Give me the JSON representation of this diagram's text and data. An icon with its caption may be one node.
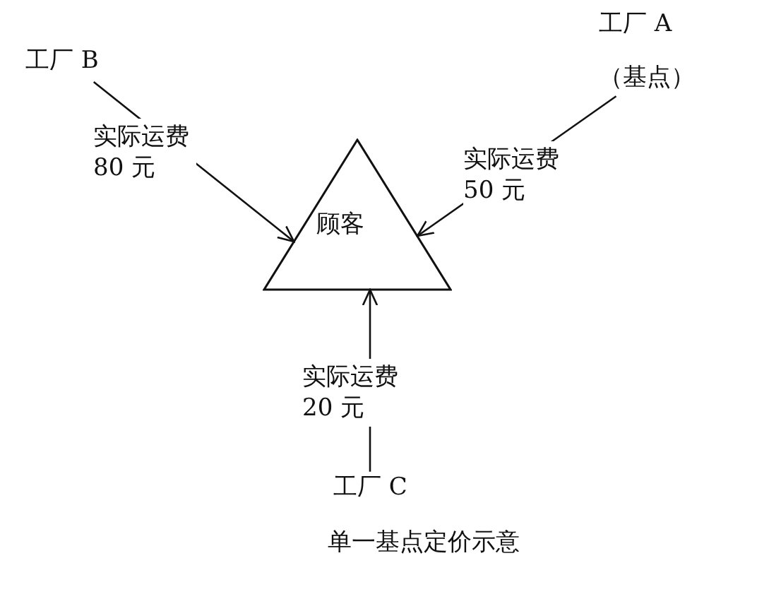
{
  "diagram": {
    "caption": "单一基点定价示意",
    "nodes": [
      {
        "text": [
          "工厂 B"
        ]
      },
      {
        "text": [
          "工厂 A",
          "（基点）"
        ]
      },
      {
        "text": [
          "顾客"
        ]
      },
      {
        "text": [
          "工厂 C"
        ]
      }
    ],
    "edges": [
      {
        "from": 0,
        "to": 2,
        "arrow": "to",
        "label": "实际运费80 元"
      },
      {
        "from": 1,
        "to": 2,
        "arrow": "to",
        "label": "实际运费50 元"
      },
      {
        "from": 3,
        "to": 2,
        "arrow": "to",
        "label": "实际运费20 元"
      }
    ]
  }
}
